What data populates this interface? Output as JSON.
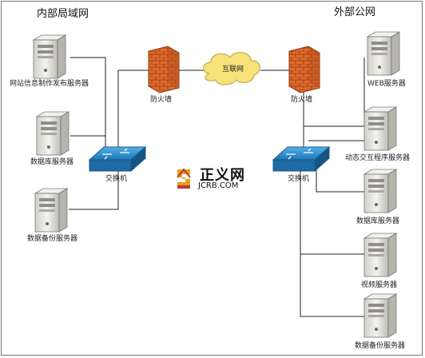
{
  "diagram": {
    "regions": {
      "internal": "内部局域网",
      "external": "外部公网"
    },
    "cloud_label": "互联网",
    "firewall_left": "防火墙",
    "firewall_right": "防火墙",
    "switch_left": "交换机",
    "switch_right": "交换机",
    "internal_servers": [
      "网站信息制作发布服务器",
      "数据库服务器",
      "数据备份服务器"
    ],
    "external_servers": [
      "WEB服务器",
      "动态交互程序服务器",
      "数据库服务器",
      "视频服务器",
      "数据备份服务器"
    ],
    "logo": {
      "main": "正义网",
      "sub": "JCRB.COM"
    },
    "colors": {
      "switch_top": "#2a86c8",
      "switch_side": "#1d5f92",
      "firewall": "#e0662a",
      "cloud": "#f7e27a",
      "server": "#e8e8e0",
      "line": "#222222"
    }
  }
}
